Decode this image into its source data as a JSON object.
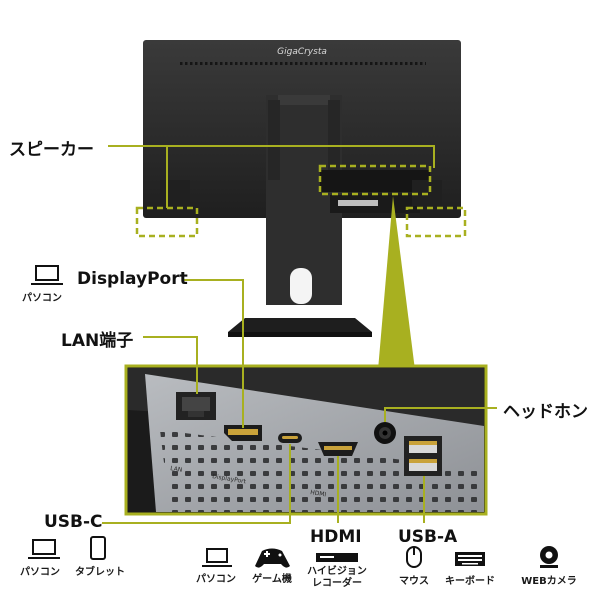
{
  "product": {
    "brand_logo": "GigaCrysta"
  },
  "labels": {
    "speaker": "スピーカー",
    "displayport": "DisplayPort",
    "lan": "LAN端子",
    "headphone": "ヘッドホン",
    "usbc": "USB-C",
    "hdmi": "HDMI",
    "usba": "USB-A"
  },
  "port_panel_text": {
    "lan": "LAN",
    "displayport": "DisplayPort",
    "hdmi": "HDMI"
  },
  "devices": {
    "displayport": [
      {
        "icon": "laptop-icon",
        "label": "パソコン"
      }
    ],
    "usbc": [
      {
        "icon": "laptop-icon",
        "label": "パソコン"
      },
      {
        "icon": "tablet-icon",
        "label": "タブレット"
      }
    ],
    "hdmi": [
      {
        "icon": "laptop-icon",
        "label": "パソコン"
      },
      {
        "icon": "gamepad-icon",
        "label": "ゲーム機"
      },
      {
        "icon": "recorder-icon",
        "label": "ハイビジョン\nレコーダー"
      }
    ],
    "usba": [
      {
        "icon": "mouse-icon",
        "label": "マウス"
      },
      {
        "icon": "keyboard-icon",
        "label": "キーボード"
      },
      {
        "icon": "webcam-icon",
        "label": "WEBカメラ"
      }
    ]
  },
  "colors": {
    "accent": "#a8b020",
    "monitor_body": "#2b2b2b",
    "panel": "#a9acb0"
  }
}
